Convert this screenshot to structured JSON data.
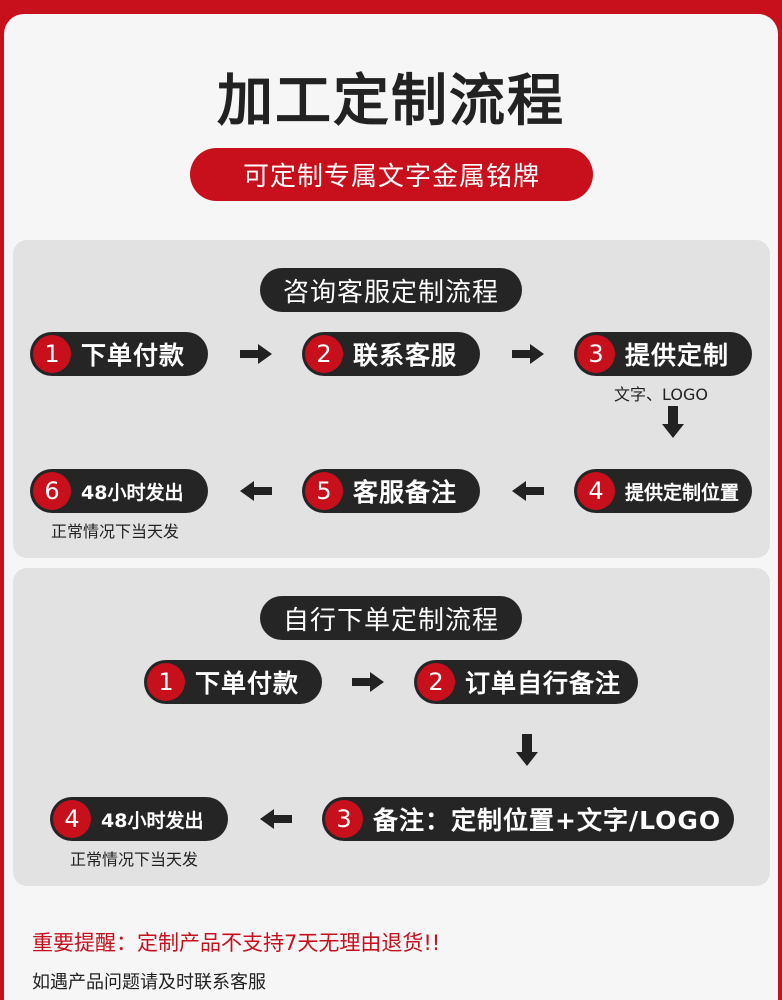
{
  "header": {
    "title": "加工定制流程",
    "subtitle": "可定制专属文字金属铭牌"
  },
  "service_flow": {
    "title": "咨询客服定制流程",
    "steps": [
      {
        "num": "1",
        "label": "下单付款"
      },
      {
        "num": "2",
        "label": "联系客服"
      },
      {
        "num": "3",
        "label": "提供定制",
        "note": "文字、LOGO"
      },
      {
        "num": "4",
        "label": "提供定制位置"
      },
      {
        "num": "5",
        "label": "客服备注"
      },
      {
        "num": "6",
        "label": "48小时发出",
        "note": "正常情况下当天发"
      }
    ]
  },
  "self_flow": {
    "title": "自行下单定制流程",
    "steps": [
      {
        "num": "1",
        "label": "下单付款"
      },
      {
        "num": "2",
        "label": "订单自行备注"
      },
      {
        "num": "3",
        "label": "备注：定制位置+文字/LOGO"
      },
      {
        "num": "4",
        "label": "48小时发出",
        "note": "正常情况下当天发"
      }
    ]
  },
  "footer": {
    "reminder": "重要提醒：定制产品不支持7天无理由退货!!",
    "contact": "如遇产品问题请及时联系客服"
  },
  "colors": {
    "brand_red": "#c8101d",
    "pill_dark": "#252525",
    "panel_gray": "#e2e2e2"
  },
  "icons": {
    "flow_arrow": "arrow-icon"
  }
}
